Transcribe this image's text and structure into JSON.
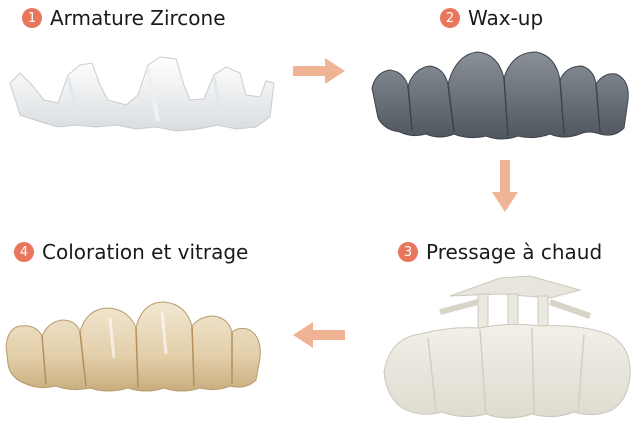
{
  "steps": [
    {
      "number": "1",
      "label": "Armature Zircone",
      "image": "zirconia-framework"
    },
    {
      "number": "2",
      "label": "Wax-up",
      "image": "wax-up-model"
    },
    {
      "number": "3",
      "label": "Pressage à chaud",
      "image": "hot-pressed-ceramic"
    },
    {
      "number": "4",
      "label": "Coloration et vitrage",
      "image": "stained-glazed-bridge"
    }
  ],
  "colors": {
    "badge": "#e8765c",
    "arrow": "#f0b394"
  }
}
